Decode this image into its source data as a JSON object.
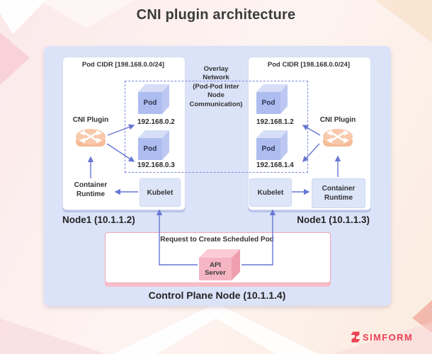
{
  "title": "CNI plugin architecture",
  "overlay": {
    "lines": [
      "Overlay",
      "Network",
      "(Pod-Pod Inter",
      "Node",
      "Communication)"
    ]
  },
  "nodes": [
    {
      "pod_cidr": "Pod CIDR [198.168.0.0/24]",
      "cni_plugin": "CNI Plugin",
      "pods": [
        {
          "label": "Pod",
          "ip": "192.168.0.2"
        },
        {
          "label": "Pod",
          "ip": "192.168.0.3"
        }
      ],
      "container_runtime": "Container Runtime",
      "kubelet": "Kubelet",
      "node_label": "Node1 (10.1.1.2)"
    },
    {
      "pod_cidr": "Pod CIDR [198.168.0.0/24]",
      "cni_plugin": "CNI Plugin",
      "pods": [
        {
          "label": "Pod",
          "ip": "192.168.1.2"
        },
        {
          "label": "Pod",
          "ip": "192.168.1.4"
        }
      ],
      "container_runtime": "Container Runtime",
      "kubelet": "Kubelet",
      "node_label": "Node1 (10.1.1.3)"
    }
  ],
  "control_plane": {
    "request": "Request to Create Scheduled Pod",
    "api_server": "API Server",
    "node_label": "Control Plane Node (10.1.1.4)"
  },
  "brand": {
    "name": "SIMFORM"
  },
  "colors": {
    "accent_blue": "#6777d3",
    "lavender": "#dbe3f8",
    "pod_cube_blue": "#aebdf0",
    "pink_border": "#f2a6b5",
    "api_cube_pink": "#f6b5c2",
    "peach_router": "#f9c9ab",
    "brand_red": "#ee4155"
  }
}
